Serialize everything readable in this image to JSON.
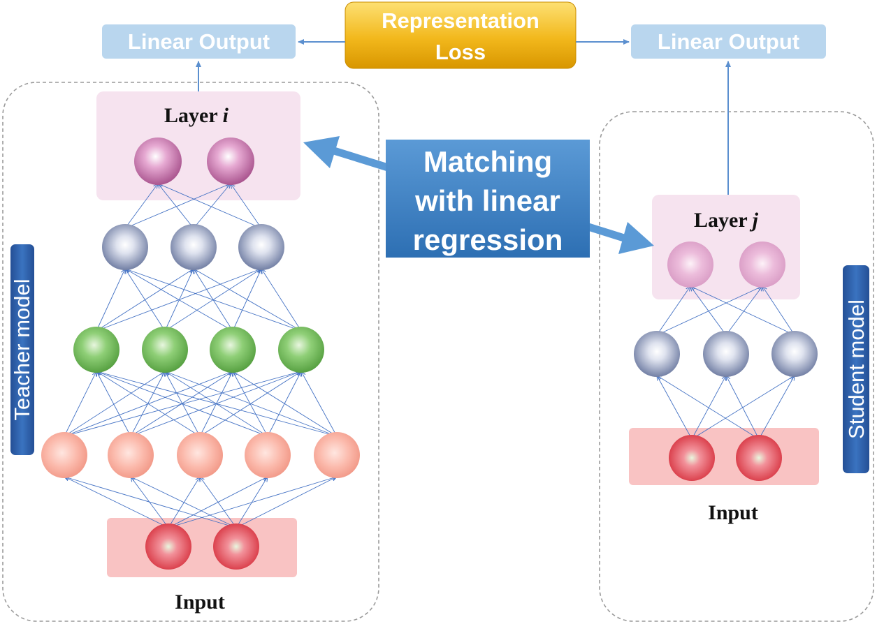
{
  "top": {
    "left_output": "Linear Output",
    "right_output": "Linear Output",
    "loss_line1": "Representation",
    "loss_line2": "Loss"
  },
  "matching": {
    "line1": "Matching",
    "line2": "with linear",
    "line3": "regression"
  },
  "teacher": {
    "side_label": "Teacher model",
    "layer_word": "Layer",
    "layer_var": "i",
    "input_label": "Input"
  },
  "student": {
    "side_label": "Student model",
    "layer_word": "Layer",
    "layer_var": "j",
    "input_label": "Input"
  },
  "colors": {
    "blue_box": "#b9d6ee",
    "blue_text": "#ffffff",
    "gold_top": "#fcd34a",
    "gold_bottom": "#d99800",
    "matching_blue": "#3f86c8",
    "side_tab": "#2e63ad",
    "layer_bg": "#f6e3ef",
    "input_bg": "#f9c3c3",
    "edge": "#4472c4",
    "neuron_purple": "#c96aa9",
    "neuron_slate": "#6f7fa8",
    "neuron_green": "#6db856",
    "neuron_peach": "#f6a99a",
    "neuron_red": "#e3414c",
    "neuron_pink": "#e6a6cf"
  }
}
